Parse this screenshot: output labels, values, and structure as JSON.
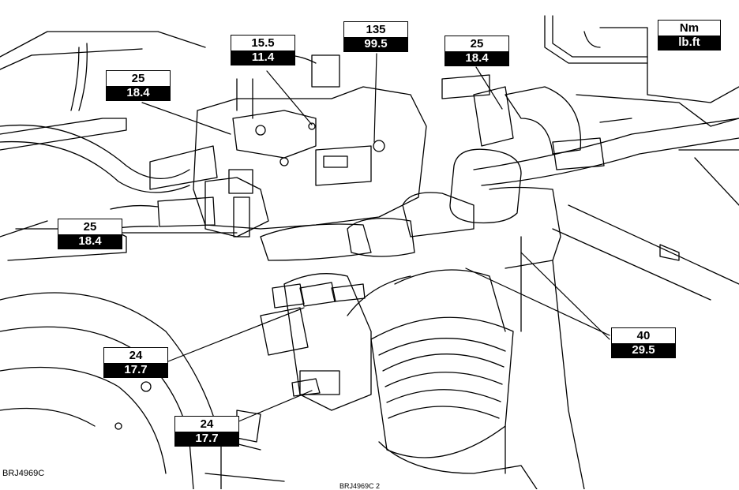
{
  "figure": {
    "reference_code": "BRJ4969C",
    "footer_cutoff": "BRJ4969C 2"
  },
  "legend": {
    "top": "Nm",
    "bottom": "lb.ft"
  },
  "torque_labels": [
    {
      "id": "upper-left",
      "nm": "25",
      "lbft": "18.4"
    },
    {
      "id": "top-center",
      "nm": "15.5",
      "lbft": "11.4"
    },
    {
      "id": "top-135",
      "nm": "135",
      "lbft": "99.5"
    },
    {
      "id": "top-right",
      "nm": "25",
      "lbft": "18.4"
    },
    {
      "id": "mid-left",
      "nm": "25",
      "lbft": "18.4"
    },
    {
      "id": "right-40",
      "nm": "40",
      "lbft": "29.5"
    },
    {
      "id": "lower-left",
      "nm": "24",
      "lbft": "17.7"
    },
    {
      "id": "bottom",
      "nm": "24",
      "lbft": "17.7"
    }
  ]
}
